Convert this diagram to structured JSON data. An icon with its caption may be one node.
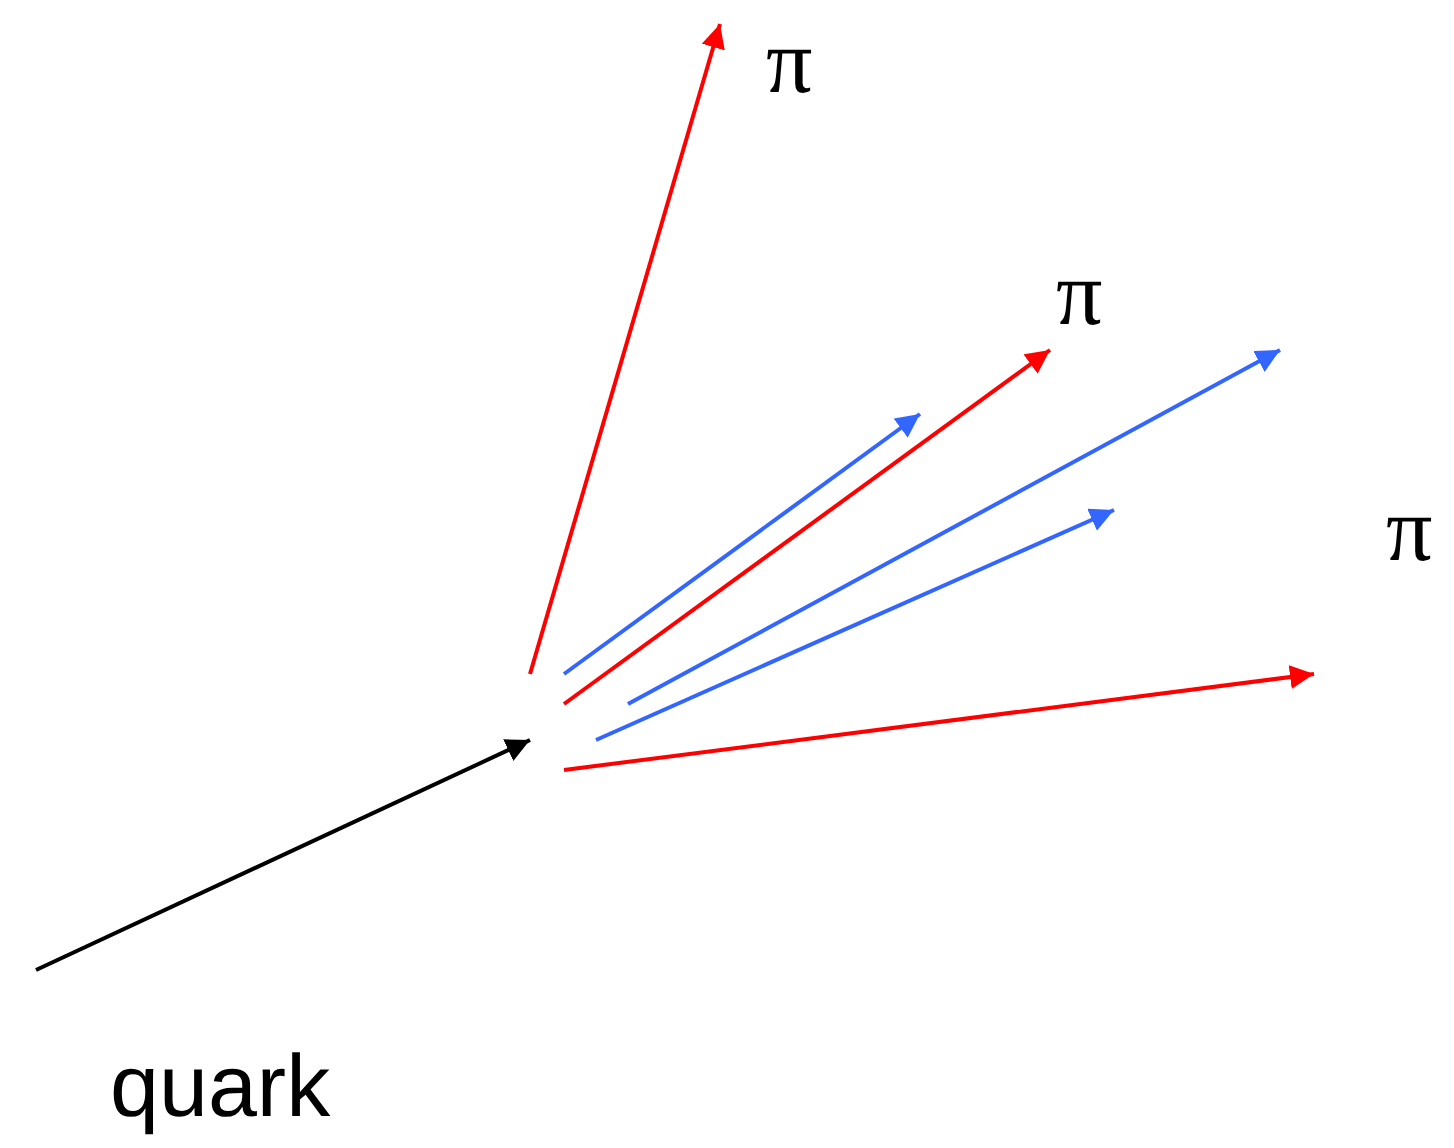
{
  "diagram": {
    "labels": [
      "π",
      "π",
      "π",
      "quark"
    ]
  }
}
